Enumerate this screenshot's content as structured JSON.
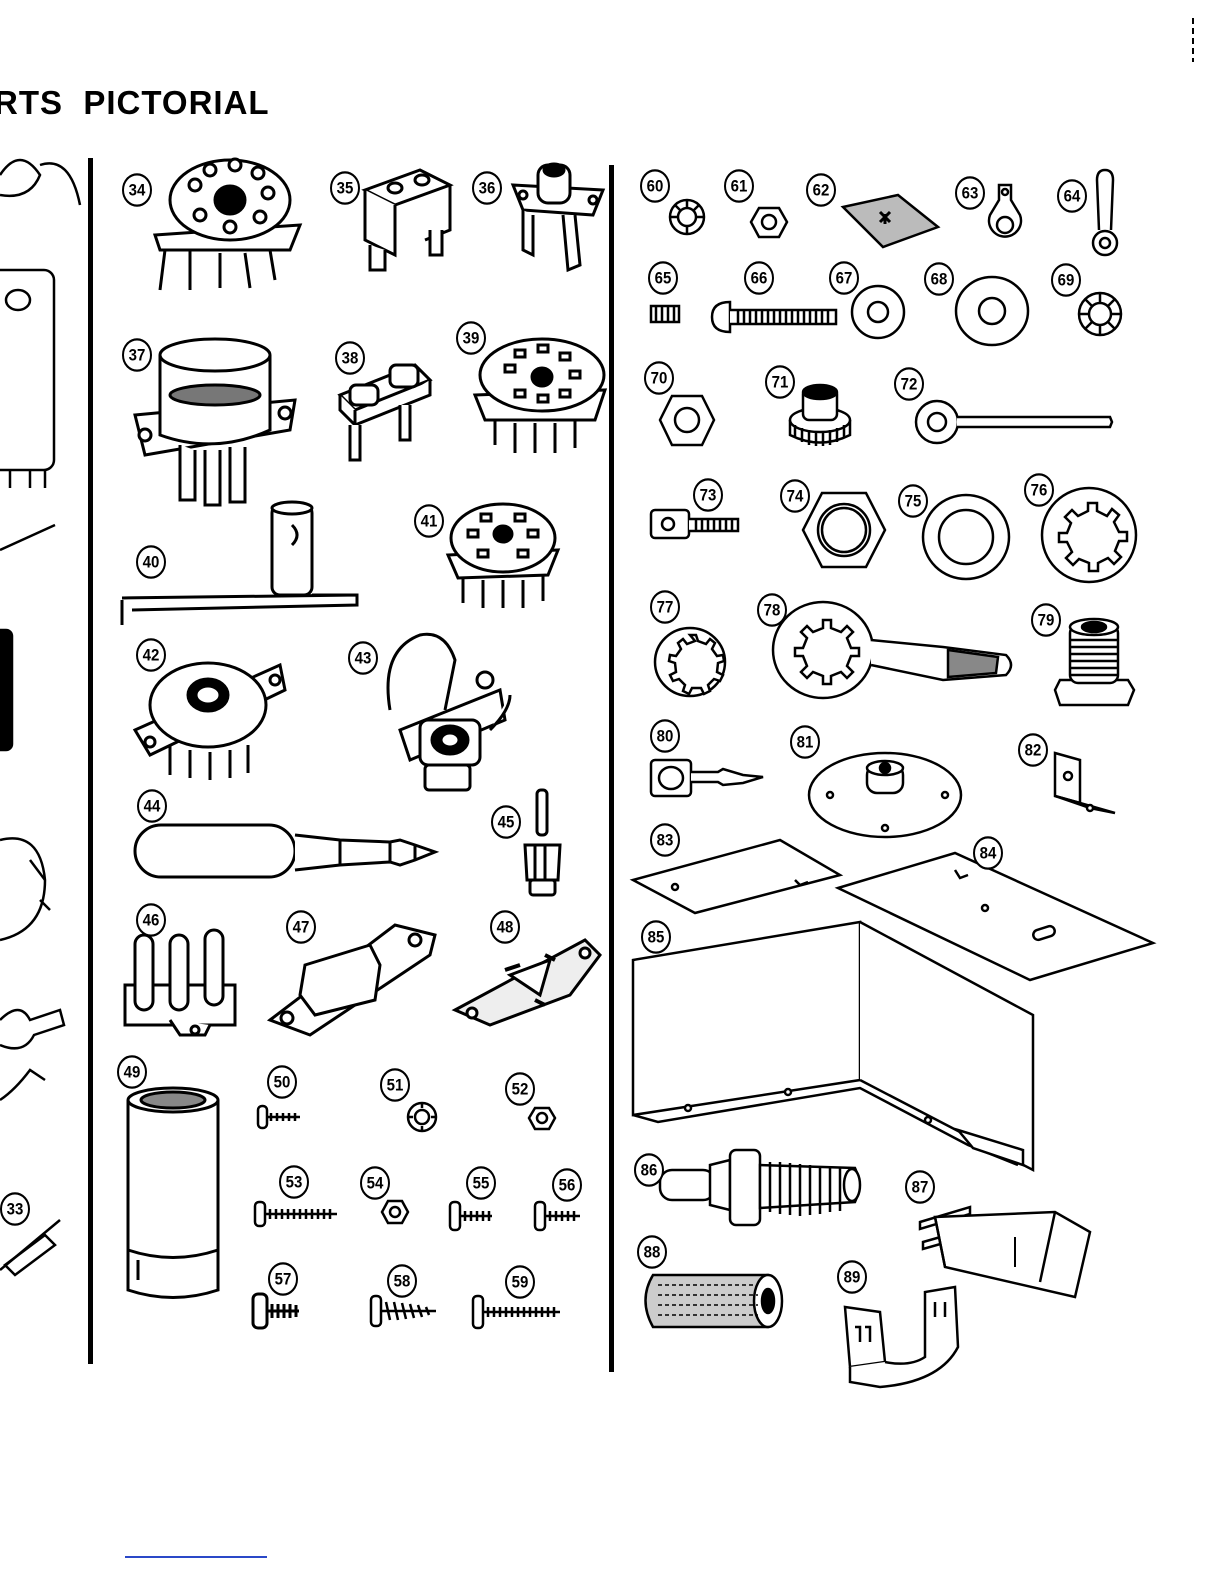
{
  "page": {
    "title": "RTS  PICTORIAL",
    "footer_line_color": "#2a48c8"
  },
  "parts": [
    {
      "number": "33",
      "icon": "tubular-component-icon"
    },
    {
      "number": "34",
      "icon": "octal-tube-socket-icon"
    },
    {
      "number": "35",
      "icon": "two-pin-socket-icon"
    },
    {
      "number": "36",
      "icon": "phono-socket-icon"
    },
    {
      "number": "37",
      "icon": "shielded-tube-socket-icon"
    },
    {
      "number": "38",
      "icon": "two-pin-plug-socket-icon"
    },
    {
      "number": "39",
      "icon": "nine-pin-socket-icon"
    },
    {
      "number": "40",
      "icon": "pilot-lamp-bracket-icon"
    },
    {
      "number": "41",
      "icon": "seven-pin-socket-icon"
    },
    {
      "number": "42",
      "icon": "noval-socket-plate-icon"
    },
    {
      "number": "43",
      "icon": "phone-jack-icon"
    },
    {
      "number": "44",
      "icon": "phone-plug-icon"
    },
    {
      "number": "45",
      "icon": "tip-jack-icon"
    },
    {
      "number": "46",
      "icon": "terminal-strip-icon"
    },
    {
      "number": "47",
      "icon": "socket-mounting-plate-icon"
    },
    {
      "number": "48",
      "icon": "shield-base-plate-icon"
    },
    {
      "number": "49",
      "icon": "tube-shield-icon"
    },
    {
      "number": "50",
      "icon": "small-screw-icon"
    },
    {
      "number": "51",
      "icon": "lockwasher-icon"
    },
    {
      "number": "52",
      "icon": "small-nut-icon"
    },
    {
      "number": "53",
      "icon": "long-machine-screw-icon"
    },
    {
      "number": "54",
      "icon": "hex-nut-icon"
    },
    {
      "number": "55",
      "icon": "short-screw-icon"
    },
    {
      "number": "56",
      "icon": "short-screw-icon"
    },
    {
      "number": "57",
      "icon": "thick-screw-icon"
    },
    {
      "number": "58",
      "icon": "sheet-metal-screw-icon"
    },
    {
      "number": "59",
      "icon": "machine-screw-icon"
    },
    {
      "number": "60",
      "icon": "internal-lockwasher-icon"
    },
    {
      "number": "61",
      "icon": "nut-icon"
    },
    {
      "number": "62",
      "icon": "fiber-washer-icon"
    },
    {
      "number": "63",
      "icon": "solder-lug-icon"
    },
    {
      "number": "64",
      "icon": "ground-lug-icon"
    },
    {
      "number": "65",
      "icon": "setscrew-icon"
    },
    {
      "number": "66",
      "icon": "roundhead-screw-icon"
    },
    {
      "number": "67",
      "icon": "flat-washer-icon"
    },
    {
      "number": "68",
      "icon": "large-flat-washer-icon"
    },
    {
      "number": "69",
      "icon": "star-lockwasher-icon"
    },
    {
      "number": "70",
      "icon": "control-nut-icon"
    },
    {
      "number": "71",
      "icon": "knurled-knob-icon"
    },
    {
      "number": "72",
      "icon": "long-lug-icon"
    },
    {
      "number": "73",
      "icon": "lug-terminal-icon"
    },
    {
      "number": "74",
      "icon": "large-hex-nut-icon"
    },
    {
      "number": "75",
      "icon": "large-washer-icon"
    },
    {
      "number": "76",
      "icon": "large-lockwasher-icon"
    },
    {
      "number": "77",
      "icon": "internal-star-washer-icon"
    },
    {
      "number": "78",
      "icon": "ground-lug-with-wire-icon"
    },
    {
      "number": "79",
      "icon": "binding-post-icon"
    },
    {
      "number": "80",
      "icon": "wire-terminal-icon"
    },
    {
      "number": "81",
      "icon": "round-mounting-plate-icon"
    },
    {
      "number": "82",
      "icon": "angle-bracket-icon"
    },
    {
      "number": "83",
      "icon": "small-panel-icon"
    },
    {
      "number": "84",
      "icon": "top-cover-panel-icon"
    },
    {
      "number": "85",
      "icon": "chassis-icon"
    },
    {
      "number": "86",
      "icon": "potentiometer-shaft-icon"
    },
    {
      "number": "87",
      "icon": "line-cord-plug-icon"
    },
    {
      "number": "88",
      "icon": "spacer-sleeve-icon"
    },
    {
      "number": "89",
      "icon": "mounting-clip-icon"
    }
  ]
}
